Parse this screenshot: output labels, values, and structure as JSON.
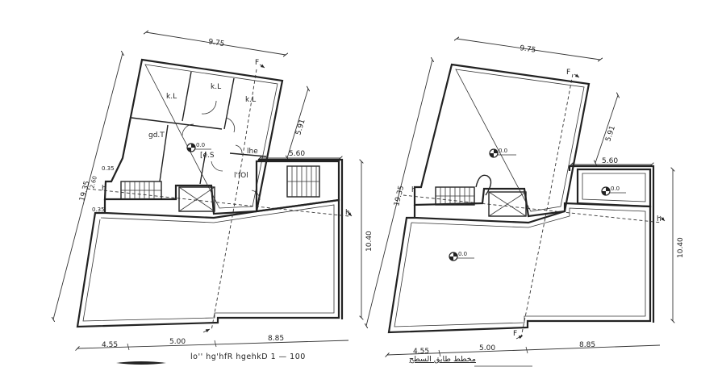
{
  "left_plan": {
    "dim_top": "9.75",
    "dim_left": "19.35",
    "dim_right_upper": "5.91",
    "dim_annex_top": "5.60",
    "dim_right": "10.40",
    "dim_bottom_1": "4.55",
    "dim_bottom_2": "5.00",
    "dim_bottom_3": "8.85",
    "dim_small_1": "0.35",
    "dim_small_2": "2.60",
    "dim_small_3": "0.35",
    "room_1": "k.L",
    "room_2": "k.L",
    "room_3": "k.L",
    "room_4": "gd.T",
    "room_5": "[e.S",
    "room_6": "lhe",
    "room_7": "l'fOl",
    "level": "0.0",
    "section_1": "F",
    "section_2": "h",
    "section_3": "h",
    "caption": "lo'' hg'hfR hgehkD 1  —  100"
  },
  "right_plan": {
    "dim_top": "9.75",
    "dim_left": "19.35",
    "dim_right_upper": "5.91",
    "dim_annex_top": "5.60",
    "dim_right": "10.40",
    "dim_bottom_1": "4.55",
    "dim_bottom_2": "5.00",
    "dim_bottom_3": "8.85",
    "level_1": "0.0",
    "level_2": "0.0",
    "level_3": "0.0",
    "section_1": "F",
    "section_2": "F",
    "section_3": "h",
    "section_4": "h",
    "caption": "مخطط طابق السطح"
  }
}
